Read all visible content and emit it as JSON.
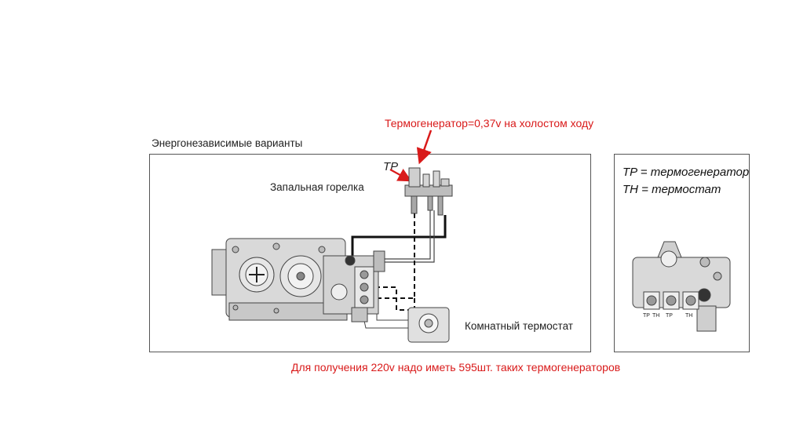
{
  "annotations": {
    "thermogenerator_note": "Термогенератор=0,37v на холостом ходу",
    "bottom_note": "Для получения 220v надо иметь 595шт. таких термогенераторов"
  },
  "main_panel": {
    "title": "Энергонезависимые варианты",
    "pilot_label": "Запальная  горелка",
    "tp_label": "TP",
    "thermostat_label": "Комнатный термостат"
  },
  "legend_panel": {
    "line_tp": "TP = термогенератор",
    "line_th": "TH = термостат",
    "terminal_labels": [
      "TP",
      "TH",
      "TP",
      "TH"
    ]
  },
  "colors": {
    "annotation": "#d91a1a",
    "frame": "#555555",
    "valve_fill": "#d9d9d9",
    "valve_stroke": "#444444"
  }
}
